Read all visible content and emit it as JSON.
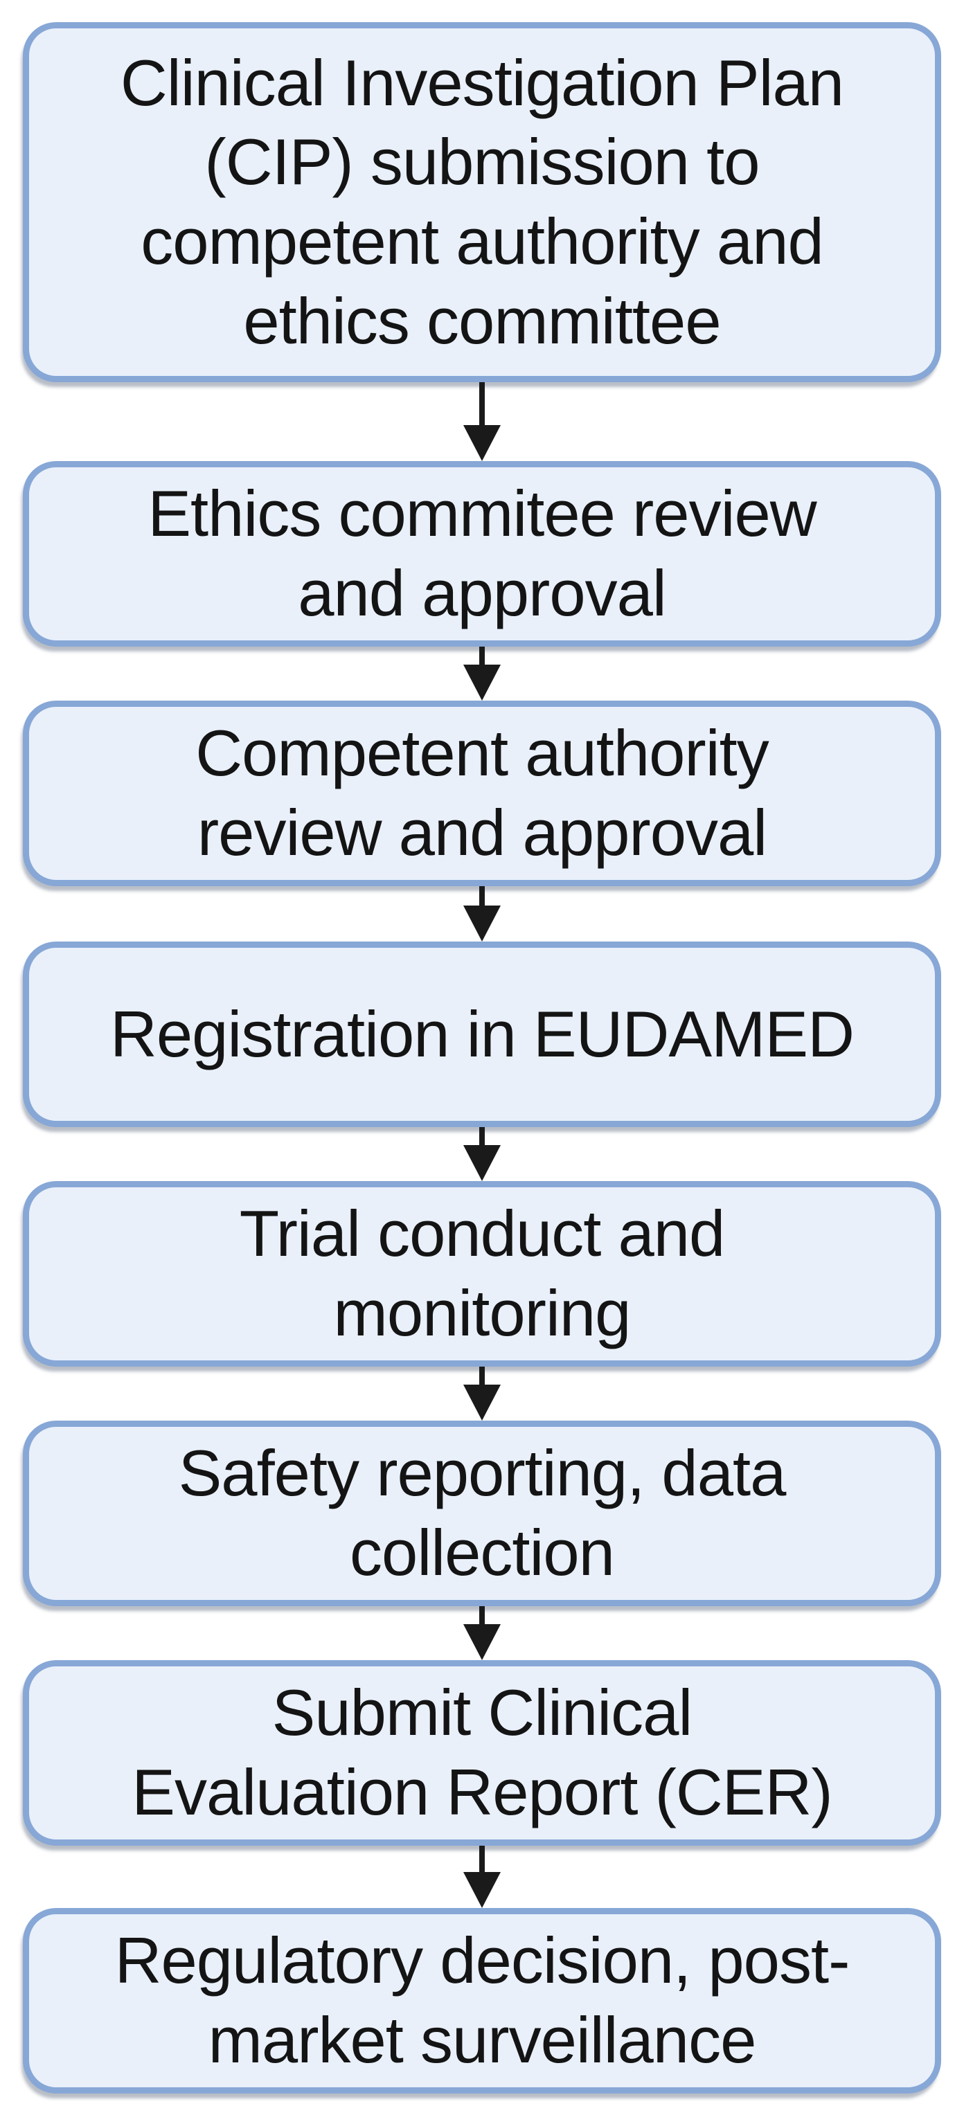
{
  "flowchart": {
    "description": "EU medical device clinical investigation regulatory process flowchart",
    "steps": [
      {
        "label": "Clinical Investigation Plan\n(CIP) submission to\ncompetent authority and\nethics committee"
      },
      {
        "label": "Ethics commitee review\nand approval"
      },
      {
        "label": "Competent authority\nreview and approval"
      },
      {
        "label": "Registration in EUDAMED"
      },
      {
        "label": "Trial conduct and\nmonitoring"
      },
      {
        "label": "Safety reporting, data\ncollection"
      },
      {
        "label": "Submit Clinical\nEvaluation Report (CER)"
      },
      {
        "label": "Regulatory decision, post-\nmarket surveillance"
      }
    ],
    "connector": "down-arrow",
    "colors": {
      "background": "#ffffff",
      "box_fill": "#e9f0fa",
      "box_border": "#87a7d6",
      "text": "#141414",
      "arrow": "#1a1a1a"
    }
  }
}
